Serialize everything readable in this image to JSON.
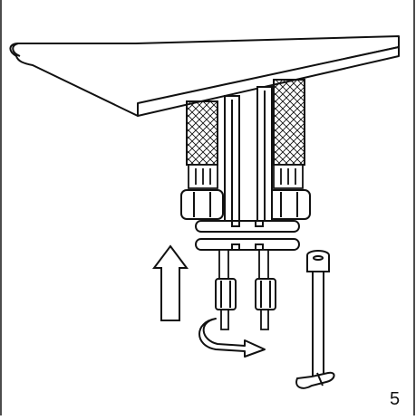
{
  "figure": {
    "step_number": "5",
    "ink_color": "#111111",
    "background_color": "#ffffff",
    "parts": [
      "countertop-slab",
      "braided-hose-left",
      "braided-hose-right",
      "hose-nut-left",
      "hose-nut-right",
      "mounting-rod-left",
      "mounting-rod-right",
      "washer-plate-upper",
      "washer-plate-lower",
      "hex-nut-left",
      "hex-nut-right",
      "install-arrow-up",
      "rotate-arrow",
      "socket-wrench-tool"
    ]
  }
}
